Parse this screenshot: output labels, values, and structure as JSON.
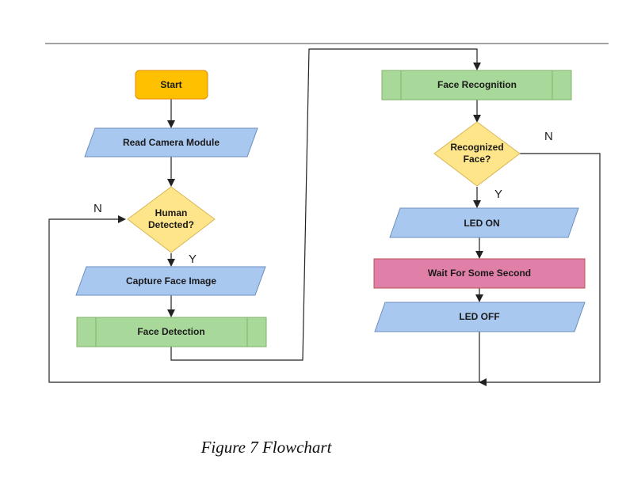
{
  "colors": {
    "terminal_fill": "#FFC000",
    "terminal_stroke": "#E08A00",
    "io_fill": "#A9C8F0",
    "io_stroke": "#6C8EBF",
    "process_fill": "#A8D99A",
    "process_stroke": "#82B366",
    "decision_fill": "#FFE58A",
    "decision_stroke": "#D6B656",
    "wait_fill": "#E07FA8",
    "wait_stroke": "#B85450",
    "line": "#222222"
  },
  "nodes": {
    "start": "Start",
    "read_camera": "Read Camera Module",
    "human_detected_line1": "Human",
    "human_detected_line2": "Detected?",
    "capture_face": "Capture Face Image",
    "face_detection": "Face Detection",
    "face_recognition": "Face Recognition",
    "recognized_line1": "Recognized",
    "recognized_line2": "Face?",
    "led_on": "LED ON",
    "wait": "Wait For Some Second",
    "led_off": "LED OFF"
  },
  "branches": {
    "human_no": "N",
    "human_yes": "Y",
    "recognized_no": "N",
    "recognized_yes": "Y"
  },
  "caption": "Figure 7 Flowchart"
}
